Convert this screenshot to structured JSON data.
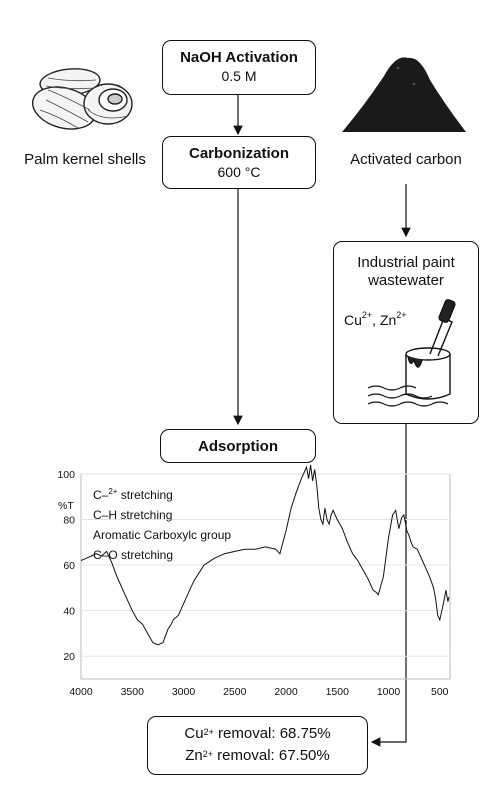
{
  "steps": {
    "activation": {
      "title": "NaOH Activation",
      "detail": "0.5 M"
    },
    "carbonization": {
      "title": "Carbonization",
      "detail": "600 °C"
    },
    "adsorption": {
      "title": "Adsorption"
    }
  },
  "source_label": "Palm kernel shells",
  "product_label": "Activated carbon",
  "wastewater": {
    "title_line1": "Industrial paint",
    "title_line2": "wastewater",
    "ions": [
      {
        "base": "Cu",
        "charge": "2+"
      },
      {
        "base": "Zn",
        "charge": "2+"
      }
    ],
    "separator": ", "
  },
  "results": {
    "line1": {
      "ion": "Cu",
      "charge": "2+",
      "text": " removal: 68.75%"
    },
    "line2": {
      "ion": "Zn",
      "charge": "2+",
      "text": " removal: 67.50%"
    }
  },
  "chart_data": {
    "type": "line",
    "title": "",
    "xlabel": "",
    "ylabel": "%T",
    "xlim": [
      4000,
      400
    ],
    "ylim": [
      10,
      100
    ],
    "x_ticks": [
      4000,
      3500,
      3000,
      2500,
      2000,
      1500,
      1000,
      500
    ],
    "y_ticks": [
      20,
      40,
      60,
      80,
      100
    ],
    "annotations": [
      {
        "prefix": "C–",
        "sup": "2+",
        "suffix": " stretching"
      },
      {
        "prefix": "C–H stretching",
        "sup": "",
        "suffix": ""
      },
      {
        "prefix": "Aromatic Carboxylc group",
        "sup": "",
        "suffix": ""
      },
      {
        "prefix": "C–O stretching",
        "sup": "",
        "suffix": ""
      }
    ],
    "series": [
      {
        "x": [
          4000,
          3950,
          3900,
          3850,
          3800,
          3750,
          3700,
          3650,
          3600,
          3550,
          3500,
          3450,
          3400,
          3350,
          3300,
          3250,
          3200,
          3150,
          3120,
          3100,
          3050,
          3000,
          2950,
          2900,
          2800,
          2700,
          2600,
          2500,
          2400,
          2300,
          2200,
          2100,
          2060,
          2000,
          1950,
          1900,
          1850,
          1800,
          1780,
          1760,
          1740,
          1720,
          1700,
          1680,
          1660,
          1640,
          1620,
          1600,
          1580,
          1560,
          1540,
          1500,
          1450,
          1400,
          1350,
          1300,
          1250,
          1200,
          1150,
          1120,
          1100,
          1050,
          1000,
          960,
          930,
          900,
          870,
          850,
          820,
          800,
          780,
          760,
          720,
          700,
          650,
          600,
          560,
          540,
          520,
          500,
          480,
          460,
          440,
          420,
          410
        ],
        "y": [
          62,
          63,
          64,
          65,
          64,
          66,
          61,
          55,
          50,
          45,
          40,
          36,
          34,
          30,
          26,
          25,
          26,
          32,
          34,
          36,
          38,
          43,
          48,
          53,
          60,
          63,
          65,
          66,
          67,
          67,
          68,
          67,
          65,
          75,
          85,
          92,
          98,
          103,
          98,
          104,
          97,
          102,
          95,
          85,
          80,
          78,
          85,
          80,
          78,
          82,
          84,
          80,
          76,
          70,
          65,
          62,
          58,
          54,
          49,
          48,
          47,
          55,
          72,
          82,
          84,
          76,
          81,
          82,
          75,
          73,
          70,
          68,
          67,
          65,
          60,
          55,
          50,
          45,
          38,
          36,
          40,
          44,
          49,
          44,
          46
        ]
      }
    ]
  }
}
